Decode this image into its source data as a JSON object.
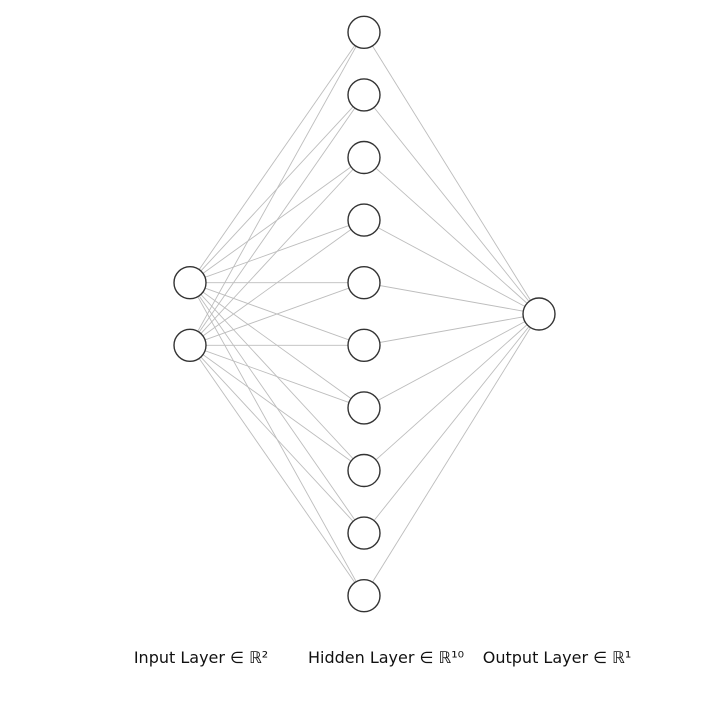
{
  "layers": [
    {
      "label": "Input Layer ∈ ℝ²",
      "units": 2
    },
    {
      "label": "Hidden Layer ∈ ℝ¹⁰",
      "units": 10
    },
    {
      "label": "Output Layer ∈ ℝ¹",
      "units": 1
    }
  ],
  "colors": {
    "background": "#ffffff",
    "edge": "#bdbdbd",
    "node_stroke": "#333333",
    "node_fill": "#ffffff",
    "label": "#111111"
  }
}
